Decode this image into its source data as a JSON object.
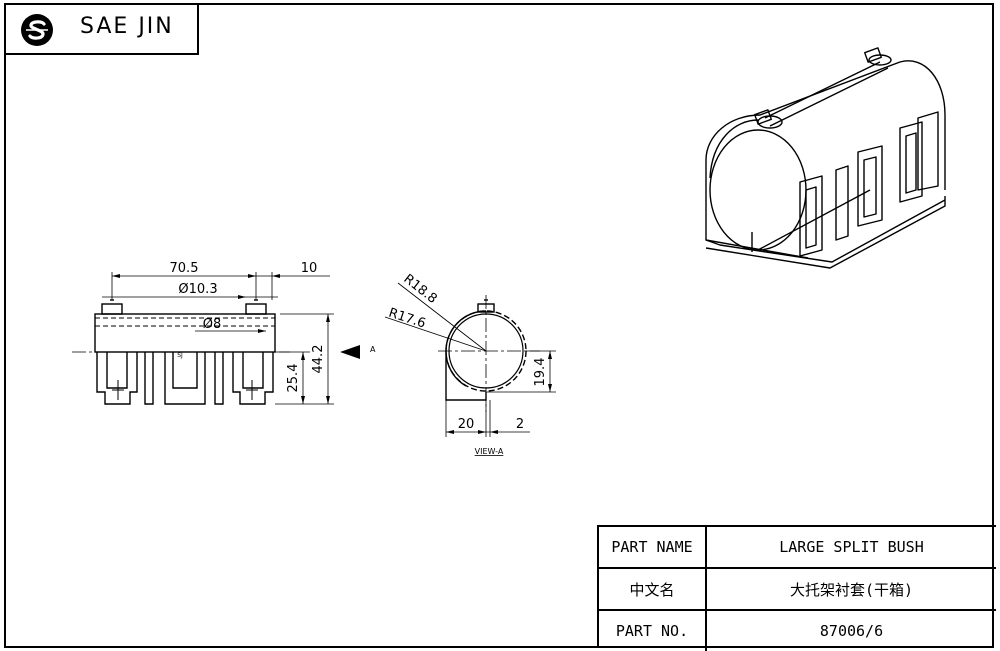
{
  "company": {
    "name": "SAE JIN",
    "logo": "sae-jin-logo"
  },
  "drawing": {
    "front_view": {
      "dimensions": {
        "overall_length": "70.5",
        "end_offset": "10",
        "hole_diameter": "Ø10.3",
        "pin_diameter": "Ø8",
        "total_height": "44.2",
        "lower_height": "25.4"
      },
      "view_arrow_label": "A",
      "marking": "SJ"
    },
    "side_view": {
      "dimensions": {
        "outer_radius": "R18.8",
        "inner_radius": "R17.6",
        "center_height": "19.4",
        "base_width": "20",
        "offset": "2"
      },
      "caption": "VIEW-A"
    }
  },
  "title_block": {
    "rows": [
      {
        "label": "PART NAME",
        "value": "LARGE SPLIT BUSH"
      },
      {
        "label": "中文名",
        "value": "大托架衬套(干箱)"
      },
      {
        "label": "PART NO.",
        "value": "87006/6"
      }
    ]
  }
}
